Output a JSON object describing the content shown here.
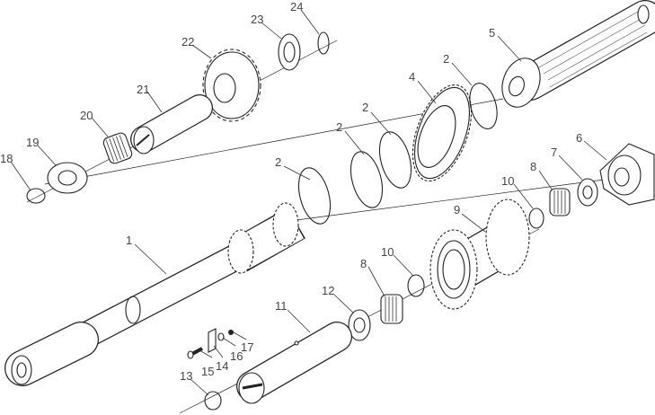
{
  "diagram": {
    "type": "exploded-parts-view",
    "callouts": {
      "p1": "1",
      "p2a": "2",
      "p2b": "2",
      "p2c": "2",
      "p2d": "2",
      "p4": "4",
      "p5": "5",
      "p6": "6",
      "p7": "7",
      "p8a": "8",
      "p8b": "8",
      "p9": "9",
      "p10a": "10",
      "p10b": "10",
      "p11": "11",
      "p12": "12",
      "p13": "13",
      "p14": "14",
      "p15": "15",
      "p16": "16",
      "p17": "17",
      "p18": "18",
      "p19": "19",
      "p20": "20",
      "p21": "21",
      "p22": "22",
      "p23": "23",
      "p24": "24"
    }
  }
}
